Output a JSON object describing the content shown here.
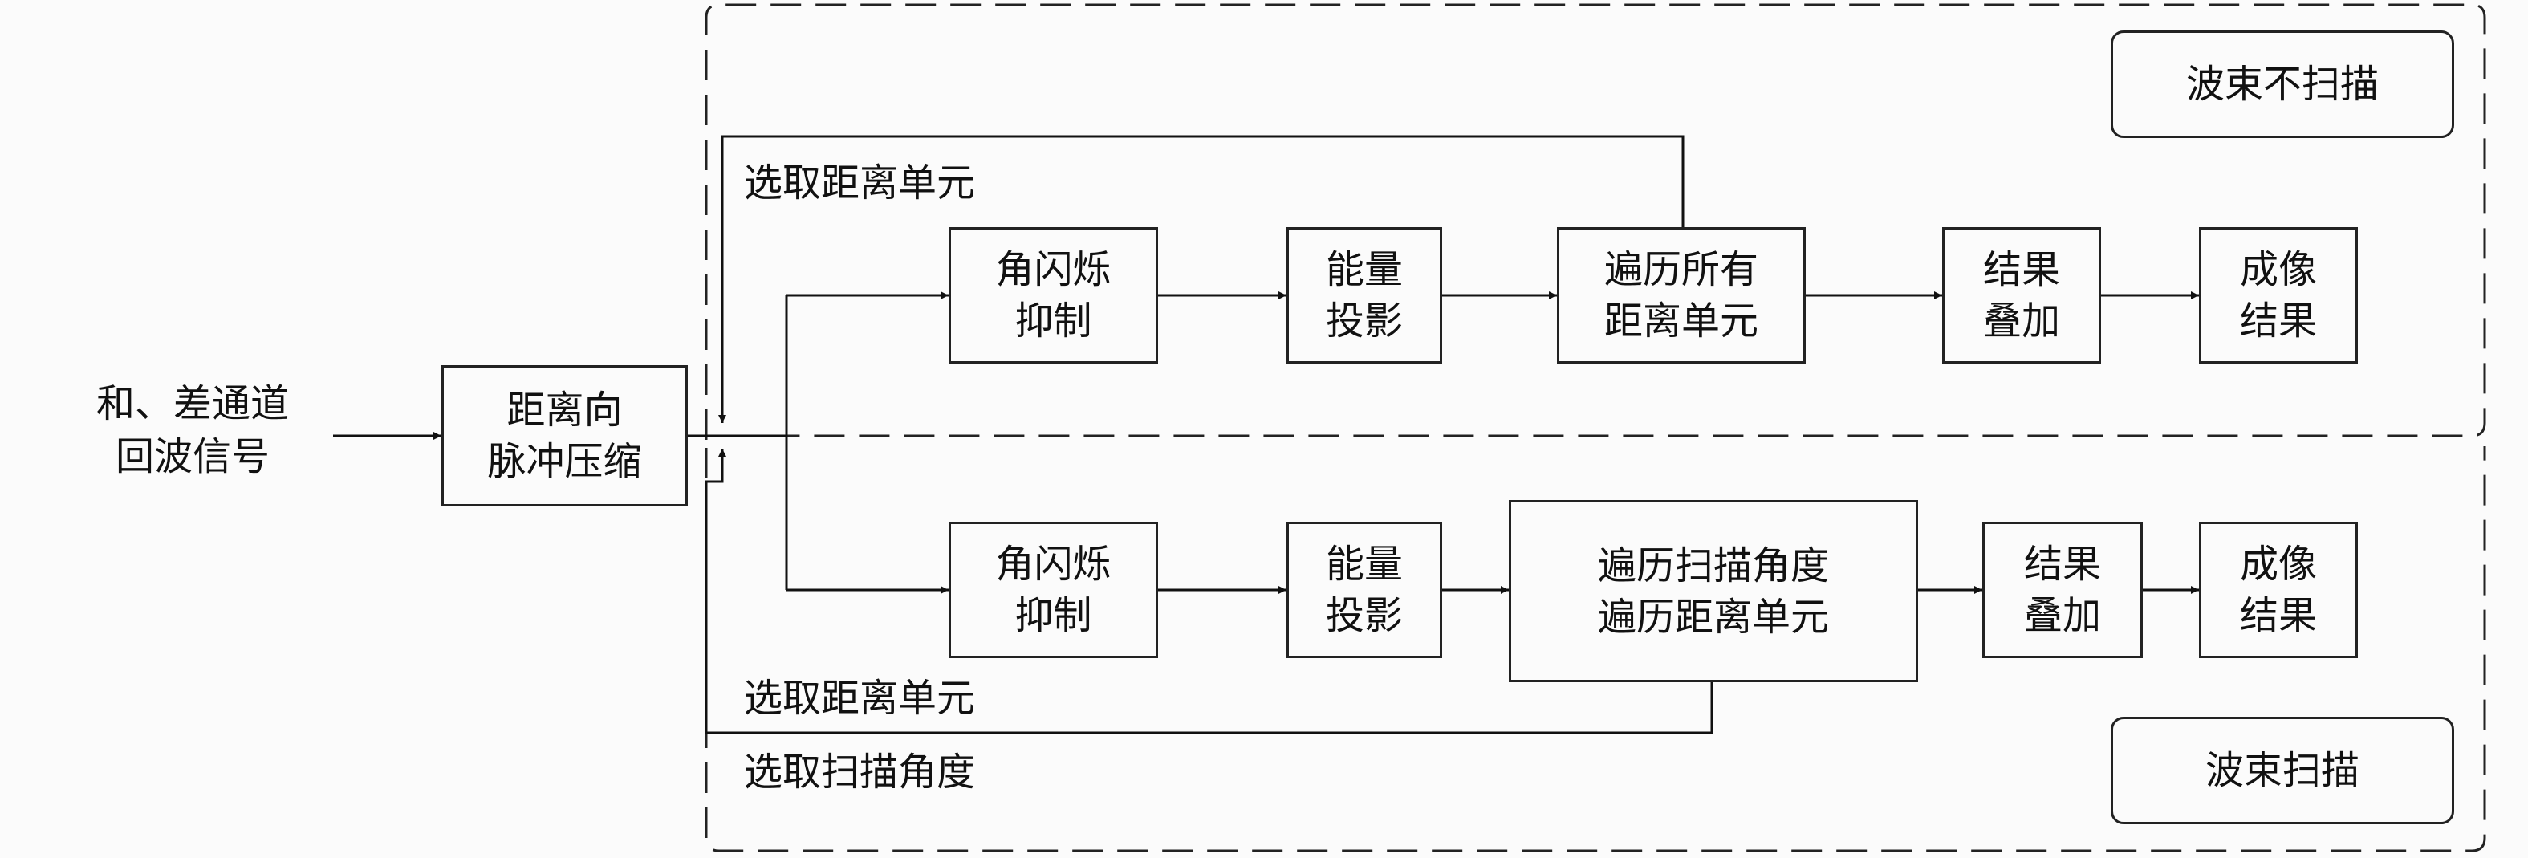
{
  "input_label": [
    "和、差通道",
    "回波信号"
  ],
  "compress_box": [
    "距离向",
    "脉冲压缩"
  ],
  "top_branch": {
    "mode_label": "波束不扫描",
    "select_range_label": "选取距离单元",
    "blocks": [
      [
        "角闪烁",
        "抑制"
      ],
      [
        "能量",
        "投影"
      ],
      [
        "遍历所有",
        "距离单元"
      ],
      [
        "结果",
        "叠加"
      ],
      [
        "成像",
        "结果"
      ]
    ]
  },
  "bottom_branch": {
    "mode_label": "波束扫描",
    "select_range_label": "选取距离单元",
    "select_angle_label": "选取扫描角度",
    "blocks": [
      [
        "角闪烁",
        "抑制"
      ],
      [
        "能量",
        "投影"
      ],
      [
        "遍历扫描角度",
        "遍历距离单元"
      ],
      [
        "结果",
        "叠加"
      ],
      [
        "成像",
        "结果"
      ]
    ]
  }
}
